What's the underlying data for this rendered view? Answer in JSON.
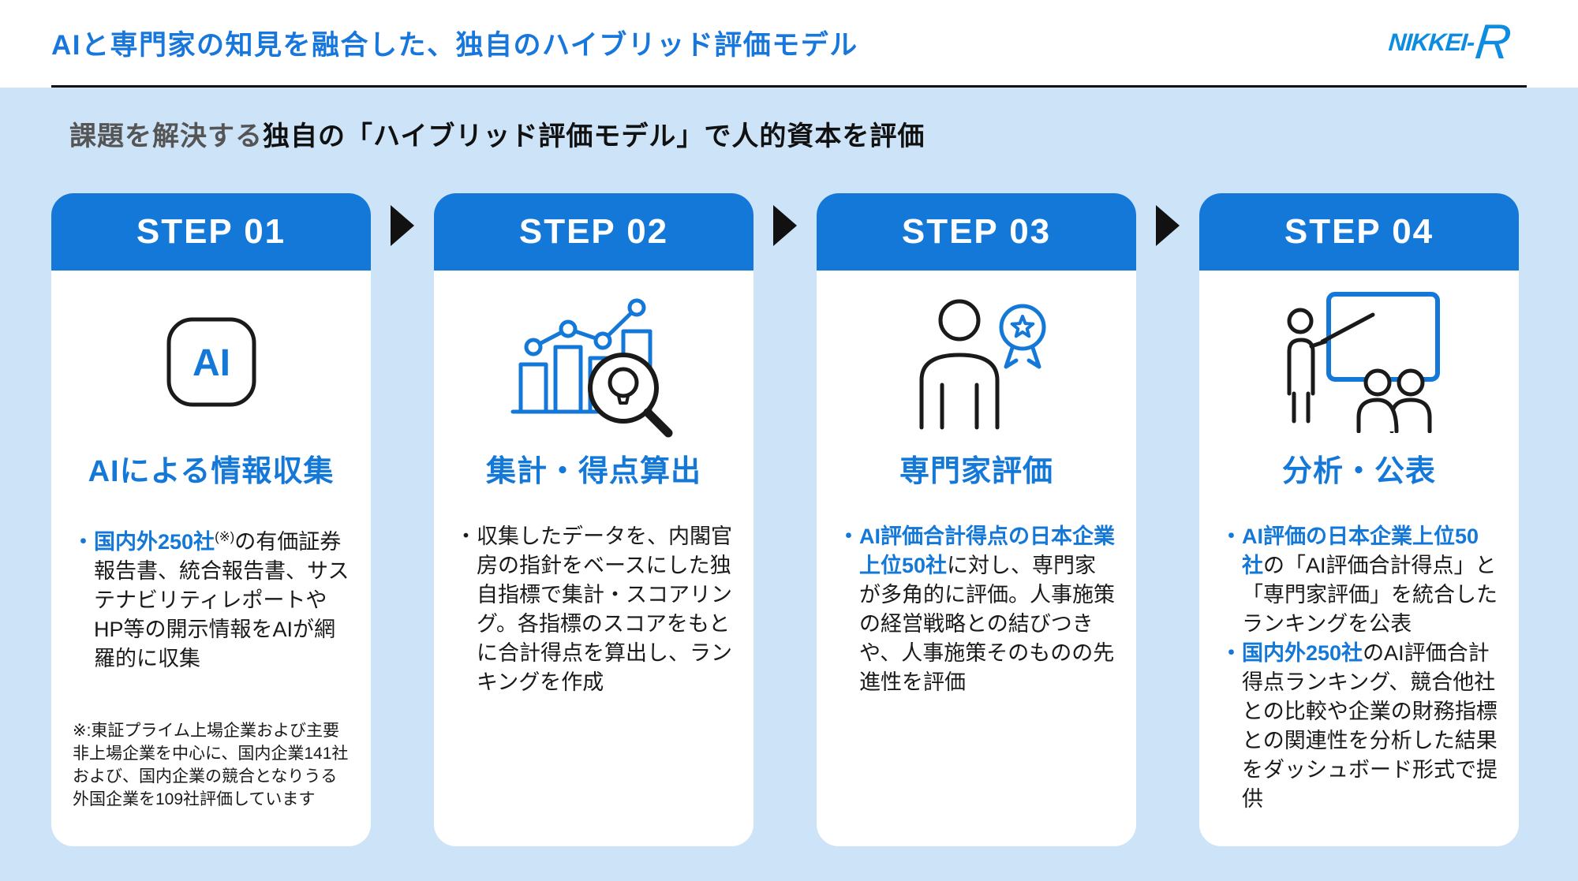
{
  "header": {
    "title": "AIと専門家の知見を融合した、独自のハイブリッド評価モデル",
    "logo_text": "NIKKEI-",
    "logo_r": "R"
  },
  "subtitle": {
    "lead": "課題を解決する",
    "emphasis": "独自の「ハイブリッド評価モデル」で人的資本を評価"
  },
  "colors": {
    "accent_blue": "#1478d8",
    "title_blue": "#1877dc",
    "logo_blue": "#0d8ce0",
    "panel_bg": "#cde4f8",
    "text_dark": "#1a1a1a",
    "lead_gray": "#555555",
    "arrow_black": "#111111"
  },
  "steps": [
    {
      "label": "STEP 01",
      "icon": "ai-chip-icon",
      "icon_text": "AI",
      "heading": "AIによる情報収集",
      "bullets": [
        {
          "blue": "・国内外250社",
          "sup": "(※)",
          "rest": "の有価証券報告書、統合報告書、サステナビリティレポートやHP等の開示情報をAIが網羅的に収集"
        }
      ],
      "footnote": "※:東証プライム上場企業および主要非上場企業を中心に、国内企業141社および、国内企業の競合となりうる外国企業を109社評価しています"
    },
    {
      "label": "STEP 02",
      "icon": "chart-magnifier-icon",
      "heading": "集計・得点算出",
      "bullets": [
        {
          "rest": "・収集したデータを、内閣官房の指針をベースにした独自指標で集計・スコアリング。各指標のスコアをもとに合計得点を算出し、ランキングを作成"
        }
      ]
    },
    {
      "label": "STEP 03",
      "icon": "expert-award-icon",
      "heading": "専門家評価",
      "bullets": [
        {
          "blue": "・AI評価合計得点の日本企業上位50社",
          "rest": "に対し、専門家が多角的に評価。人事施策の経営戦略との結びつきや、人事施策そのものの先進性を評価"
        }
      ]
    },
    {
      "label": "STEP 04",
      "icon": "presentation-icon",
      "heading": "分析・公表",
      "bullets": [
        {
          "blue": "・AI評価の日本企業上位50社",
          "rest": "の「AI評価合計得点」と「専門家評価」を統合したランキングを公表"
        },
        {
          "blue": "・国内外250社",
          "rest": "のAI評価合計得点ランキング、競合他社との比較や企業の財務指標との関連性を分析した結果をダッシュボード形式で提供"
        }
      ]
    }
  ]
}
